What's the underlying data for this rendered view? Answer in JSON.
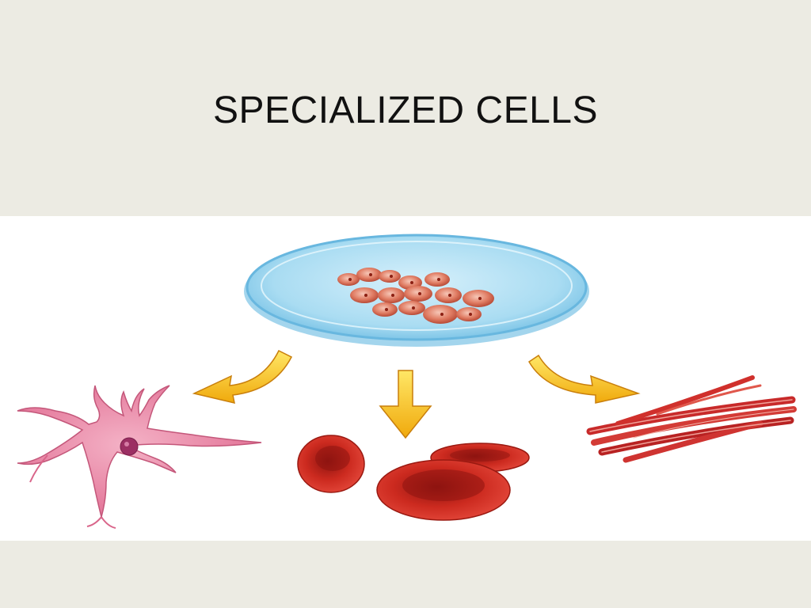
{
  "slide": {
    "title": "SPECIALIZED CELLS"
  },
  "figure": {
    "source": "petri-dish-stem-cells",
    "targets": [
      "nerve-cell",
      "red-blood-cells",
      "muscle-fibers"
    ],
    "colors": {
      "dish": "#9fd6ee",
      "arrow": "#f2c21a",
      "nerve_cell": "#e77fa0",
      "red_blood_cell": "#c8281e",
      "muscle": "#cf2f2f"
    }
  }
}
